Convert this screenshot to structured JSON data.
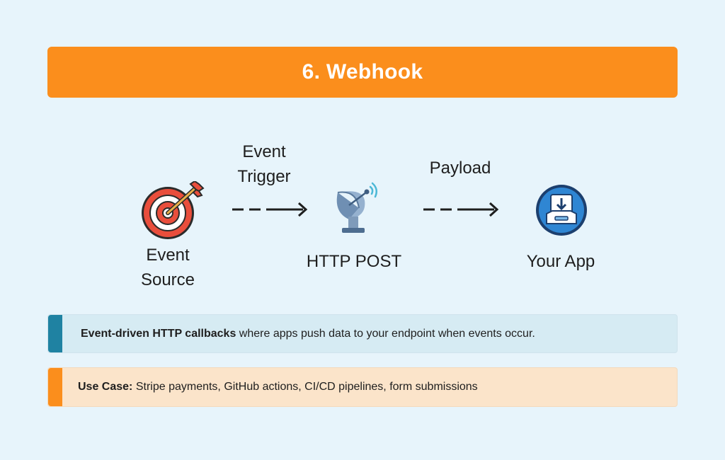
{
  "title": "6. Webhook",
  "nodes": [
    {
      "label_lines": [
        "Event",
        "Source"
      ],
      "icon": "target-dart-icon"
    },
    {
      "label_lines": [
        "HTTP POST"
      ],
      "icon": "satellite-dish-icon"
    },
    {
      "label_lines": [
        "Your App"
      ],
      "icon": "inbox-download-icon"
    }
  ],
  "edges": [
    {
      "label_lines": [
        "Event",
        "Trigger"
      ]
    },
    {
      "label_lines": [
        "Payload"
      ]
    }
  ],
  "info": {
    "bold": "Event-driven HTTP callbacks",
    "text": " where apps push data to your endpoint when events occur."
  },
  "use_case": {
    "bold": "Use Case:",
    "text": " Stripe payments, GitHub actions, CI/CD pipelines, form submissions"
  },
  "colors": {
    "background": "#e7f4fb",
    "title_bar": "#fb8e1c",
    "info_accent": "#1f82a2",
    "info_bg": "#d6ebf3",
    "use_case_accent": "#fb8e1c",
    "use_case_bg": "#fbe4ca"
  }
}
